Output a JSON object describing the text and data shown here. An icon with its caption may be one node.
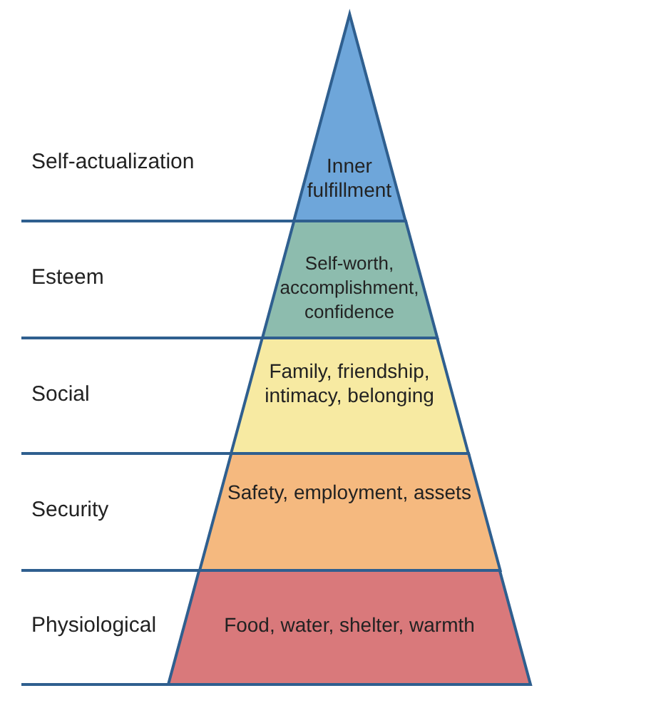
{
  "diagram": {
    "nodes": [
      {
        "text": [
          "Inner fulfillment"
        ]
      },
      {
        "text": [
          "Self-worth, accomplishment, confidence"
        ]
      },
      {
        "text": [
          "Family, friendship, intimacy, belonging"
        ]
      },
      {
        "text": [
          "Safety, employment, assets"
        ]
      },
      {
        "text": [
          "Food, water, shelter, warmth"
        ]
      }
    ],
    "labels": [
      "Self-actualization",
      "Esteem",
      "Social",
      "Security",
      "Physiological"
    ]
  }
}
